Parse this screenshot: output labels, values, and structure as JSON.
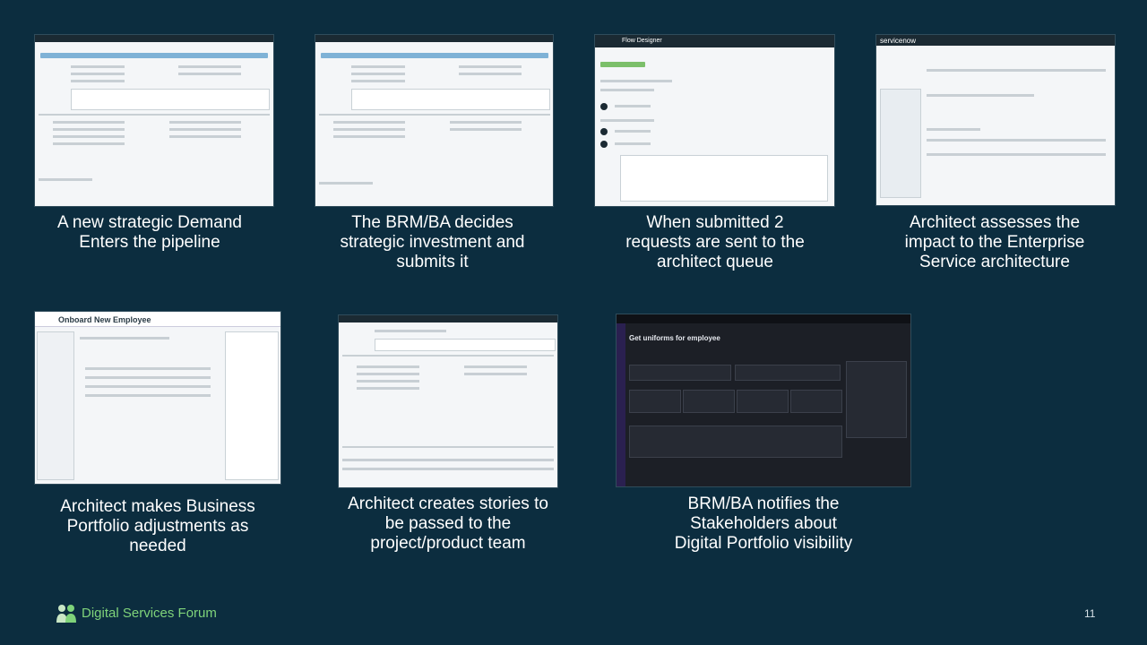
{
  "slide": {
    "footer_brand": "Digital Services Forum",
    "page_number": "11"
  },
  "steps": [
    {
      "caption": "A new strategic Demand Enters the pipeline"
    },
    {
      "caption": "The BRM/BA decides strategic investment and submits it"
    },
    {
      "caption": "When submitted 2 requests are sent to the architect queue"
    },
    {
      "caption": "Architect assesses the impact to the Enterprise Service architecture"
    },
    {
      "caption": "Architect makes Business Portfolio adjustments as needed"
    },
    {
      "caption": "Architect creates stories to be passed to the project/product team"
    },
    {
      "caption": "BRM/BA notifies the Stakeholders about Digital Portfolio visibility"
    }
  ],
  "screens": {
    "flow_designer": "Flow Designer",
    "timesheet_brand": "servicenow",
    "onboard_title": "Onboard New Employee",
    "portfolio_title": "Get uniforms for employee"
  }
}
